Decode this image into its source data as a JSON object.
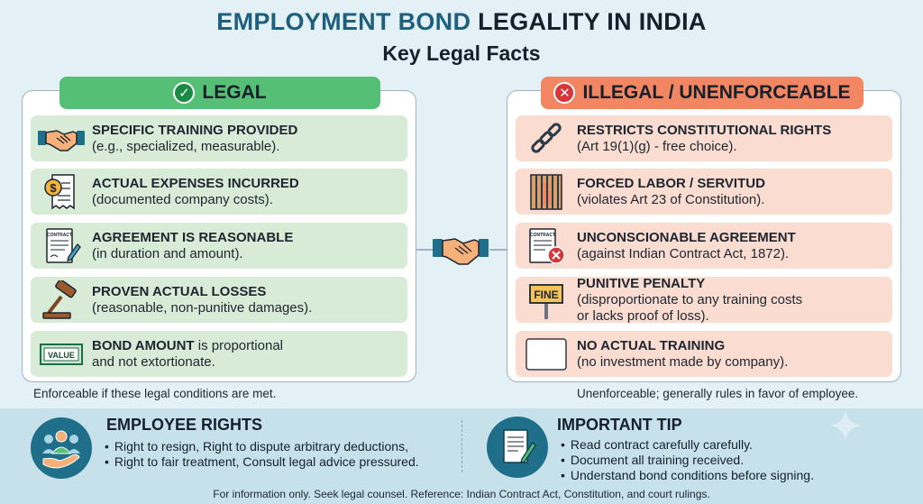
{
  "header": {
    "title_part1": "EMPLOYMENT BOND",
    "title_part2": "LEGALITY IN INDIA",
    "subtitle": "Key Legal Facts"
  },
  "legal": {
    "label": "LEGAL",
    "badge_icon": "check-circle-icon",
    "color": "#55bf76",
    "items": [
      {
        "icon": "handshake-icon",
        "title": "SPECIFIC TRAINING PROVIDED",
        "detail": "(e.g., specialized, measurable)."
      },
      {
        "icon": "receipt-dollar-icon",
        "title": "ACTUAL EXPENSES INCURRED",
        "detail": "(documented company costs)."
      },
      {
        "icon": "contract-pen-icon",
        "title": "AGREEMENT IS REASONABLE",
        "detail": "(in duration and amount)."
      },
      {
        "icon": "gavel-icon",
        "title": "PROVEN ACTUAL LOSSES",
        "detail": "(reasonable, non-punitive damages)."
      },
      {
        "icon": "value-banknote-icon",
        "title": "BOND AMOUNT",
        "title_rest": " is proportional",
        "detail": "and not extortionate.",
        "icon_text": "VALUE"
      }
    ],
    "note": "Enforceable if these legal conditions are met."
  },
  "illegal": {
    "label": "ILLEGAL / UNENFORCEABLE",
    "badge_icon": "x-circle-icon",
    "color": "#f28662",
    "items": [
      {
        "icon": "chain-icon",
        "title": "RESTRICTS CONSTITUTIONAL RIGHTS",
        "detail": "(Art 19(1)(g) - free choice)."
      },
      {
        "icon": "jail-cell-icon",
        "title": "FORCED LABOR / SERVITUD",
        "detail": "(violates Art 23 of Constitution)."
      },
      {
        "icon": "contract-rejected-icon",
        "title": "UNCONSCIONABLE AGREEMENT",
        "detail": "(against Indian Contract Act, 1872)."
      },
      {
        "icon": "fine-sign-icon",
        "title": "PUNITIVE PENALTY",
        "detail": "(disproportionate to any training costs",
        "detail2": "or lacks proof of loss).",
        "icon_text": "FINE"
      },
      {
        "icon": "empty-box-icon",
        "title": "NO ACTUAL TRAINING",
        "detail": "(no investment made by company)."
      }
    ],
    "note": "Unenforceable; generally rules in favor of employee."
  },
  "contract_label": "CONTRACT",
  "employee_rights": {
    "title": "EMPLOYEE RIGHTS",
    "items": [
      "Right to resign, Right to dispute arbitrary deductions,",
      "Right to fair treatment, Consult legal advice pressured."
    ]
  },
  "tip": {
    "title": "IMPORTANT TIP",
    "items": [
      "Read contract carefully carefully.",
      "Document all training received.",
      "Understand bond conditions before signing."
    ]
  },
  "footer": "For information only. Seek legal counsel. Reference: Indian Contract Act, Constitution, and court rulings."
}
